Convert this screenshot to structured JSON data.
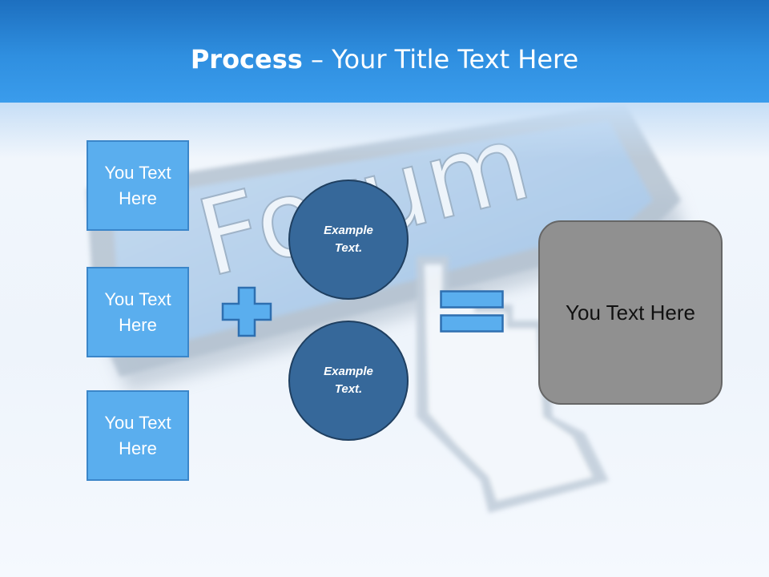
{
  "slide": {
    "title_bold": "Process",
    "title_dash": " – ",
    "title_rest": "Your Title Text Here",
    "background_word": "Forum"
  },
  "left_boxes": [
    {
      "label": "You Text Here"
    },
    {
      "label": "You Text Here"
    },
    {
      "label": "You Text Here"
    }
  ],
  "circles": [
    {
      "label": "Example Text."
    },
    {
      "label": "Example Text."
    }
  ],
  "result_box": {
    "label": "You Text Here"
  },
  "colors": {
    "header": "#2f8fe0",
    "box_fill": "#5aaeee",
    "circle_fill": "#36689a",
    "result_fill": "#909090"
  }
}
